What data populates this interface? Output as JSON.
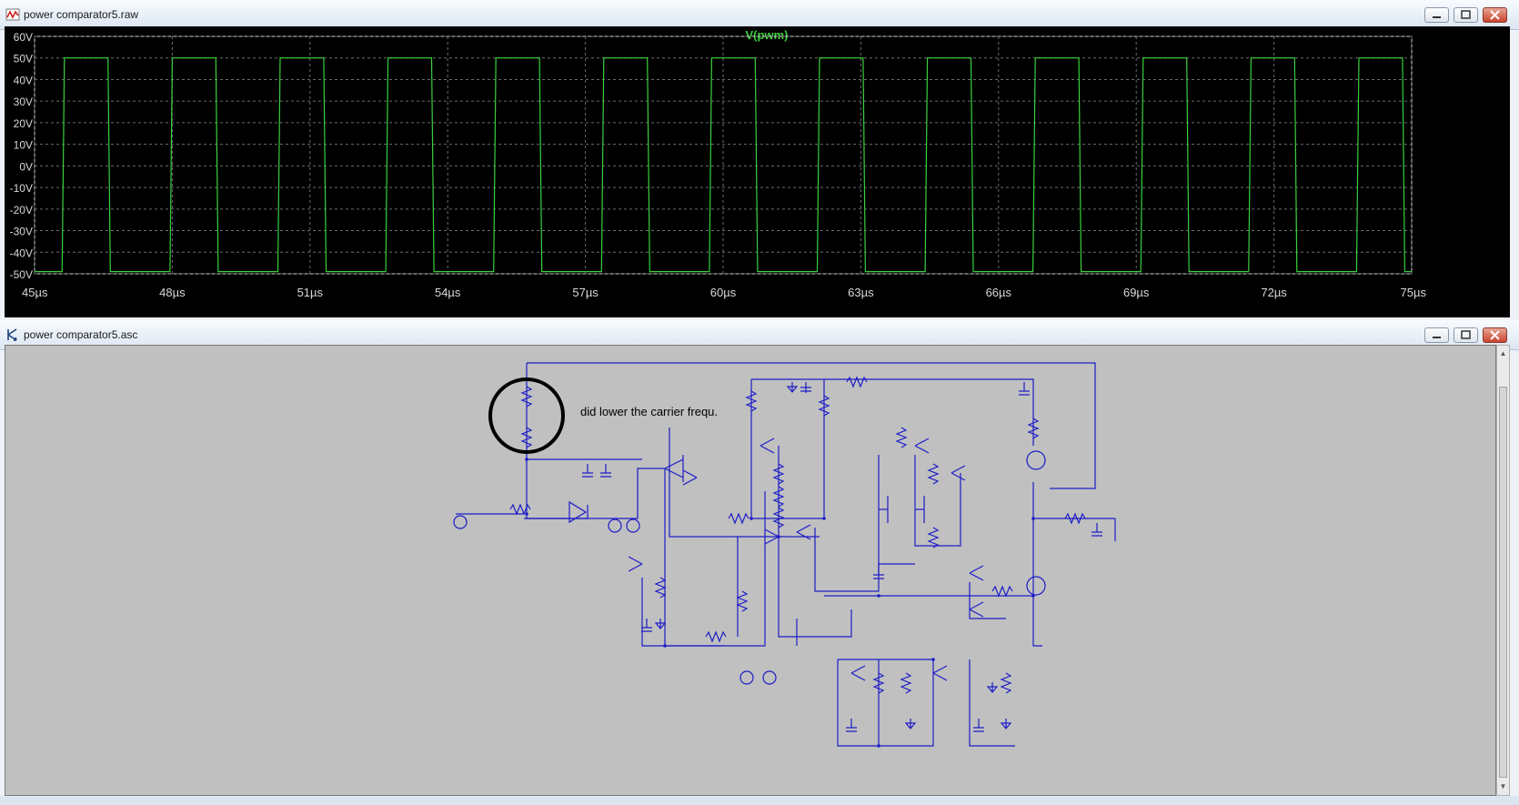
{
  "waveform_window": {
    "title": "power comparator5.raw",
    "icon": "waveform-icon",
    "controls": {
      "minimize": "minimize-icon",
      "maximize": "maximize-icon",
      "close": "close-icon"
    }
  },
  "schematic_window": {
    "title": "power comparator5.asc",
    "icon": "schematic-icon",
    "annotation": "did lower the carrier frequ.",
    "controls": {
      "minimize": "minimize-icon",
      "maximize": "maximize-icon",
      "close": "close-icon"
    }
  },
  "chart_data": {
    "type": "line",
    "title": "V(pwm)",
    "xlabel": "",
    "ylabel": "",
    "x_ticks": [
      "45µs",
      "48µs",
      "51µs",
      "54µs",
      "57µs",
      "60µs",
      "63µs",
      "66µs",
      "69µs",
      "72µs",
      "75µs"
    ],
    "y_ticks": [
      "60V",
      "50V",
      "40V",
      "30V",
      "20V",
      "10V",
      "0V",
      "-10V",
      "-20V",
      "-30V",
      "-40V",
      "-50V"
    ],
    "xlim": [
      45,
      75
    ],
    "ylim": [
      -50,
      60
    ],
    "grid": true,
    "colors": {
      "trace": "#39d13c",
      "title": "#39d13c",
      "background": "#000000",
      "axis_text": "#d8d8d8"
    },
    "series": [
      {
        "x": [
          45,
          45.6,
          45.65,
          46.6,
          46.65,
          47.95,
          48.0,
          48.95,
          49.0,
          50.3,
          50.35,
          51.3,
          51.35,
          52.65,
          52.7,
          53.65,
          53.7,
          55.0,
          55.05,
          56.0,
          56.05,
          57.35,
          57.4,
          58.35,
          58.4,
          59.7,
          59.75,
          60.7,
          60.75,
          62.05,
          62.1,
          63.05,
          63.1,
          64.4,
          64.45,
          65.4,
          65.45,
          66.75,
          66.8,
          67.75,
          67.8,
          69.1,
          69.15,
          70.1,
          70.15,
          71.45,
          71.5,
          72.45,
          72.5,
          73.8,
          73.85,
          74.8,
          74.85,
          75
        ],
        "y": [
          -49,
          -49,
          50,
          50,
          -49,
          -49,
          50,
          50,
          -49,
          -49,
          50,
          50,
          -49,
          -49,
          50,
          50,
          -49,
          -49,
          50,
          50,
          -49,
          -49,
          50,
          50,
          -49,
          -49,
          50,
          50,
          -49,
          -49,
          50,
          50,
          -49,
          -49,
          50,
          50,
          -49,
          -49,
          50,
          50,
          -49,
          -49,
          50,
          50,
          -49,
          -49,
          50,
          50,
          -49,
          -49,
          50,
          50,
          -49,
          -49
        ]
      }
    ]
  }
}
